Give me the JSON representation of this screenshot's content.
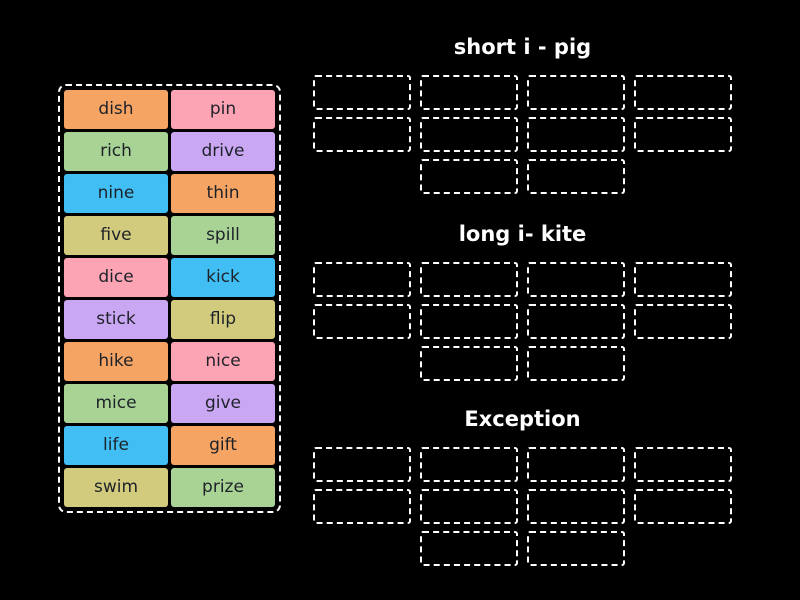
{
  "background_color": "#000000",
  "slot_border_color": "#ffffff",
  "tile_text_color": "#1d2229",
  "bank": {
    "words": [
      {
        "label": "dish",
        "color": "#f5a464"
      },
      {
        "label": "pin",
        "color": "#fda4b4"
      },
      {
        "label": "rich",
        "color": "#a8d395"
      },
      {
        "label": "drive",
        "color": "#caa7f3"
      },
      {
        "label": "nine",
        "color": "#41bff4"
      },
      {
        "label": "thin",
        "color": "#f5a464"
      },
      {
        "label": "five",
        "color": "#d2cb7e"
      },
      {
        "label": "spill",
        "color": "#a8d395"
      },
      {
        "label": "dice",
        "color": "#fda4b4"
      },
      {
        "label": "kick",
        "color": "#41bff4"
      },
      {
        "label": "stick",
        "color": "#caa7f3"
      },
      {
        "label": "flip",
        "color": "#d2cb7e"
      },
      {
        "label": "hike",
        "color": "#f5a464"
      },
      {
        "label": "nice",
        "color": "#fda4b4"
      },
      {
        "label": "mice",
        "color": "#a8d395"
      },
      {
        "label": "give",
        "color": "#caa7f3"
      },
      {
        "label": "life",
        "color": "#41bff4"
      },
      {
        "label": "gift",
        "color": "#f5a464"
      },
      {
        "label": "swim",
        "color": "#d2cb7e"
      },
      {
        "label": "prize",
        "color": "#a8d395"
      }
    ]
  },
  "groups": [
    {
      "title": "short i - pig",
      "slot_rows": [
        4,
        4,
        2
      ]
    },
    {
      "title": "long i- kite",
      "slot_rows": [
        4,
        4,
        2
      ]
    },
    {
      "title": "Exception",
      "slot_rows": [
        4,
        4,
        2
      ]
    }
  ]
}
